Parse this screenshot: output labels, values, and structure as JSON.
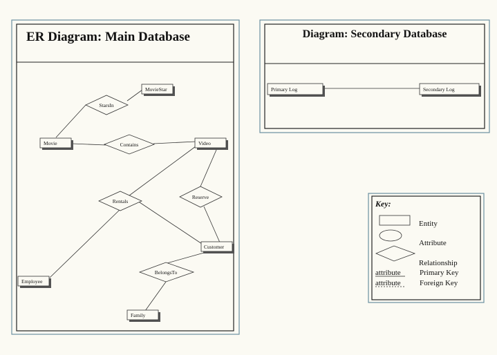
{
  "main_panel": {
    "title": "ER Diagram: Main Database",
    "entities": {
      "moviestar": "MovieStar",
      "movie": "Movie",
      "video": "Video",
      "customer": "Customer",
      "employee": "Employee",
      "family": "Family"
    },
    "relationships": {
      "starsin": "StarsIn",
      "contains": "Contains",
      "rentals": "Rentals",
      "reserve": "Reserve",
      "belongsto": "BelongsTo"
    }
  },
  "secondary_panel": {
    "title": "Diagram: Secondary Database",
    "entities": {
      "primary_log": "Primary Log",
      "secondary_log": "Secondary Log"
    }
  },
  "key": {
    "title": "Key:",
    "entity": "Entity",
    "attribute": "Attribute",
    "relationship": "Relationship",
    "primary_key_sample": "attribute",
    "primary_key": "Primary Key",
    "foreign_key_sample": "attribute",
    "foreign_key": "Foreign Key"
  }
}
